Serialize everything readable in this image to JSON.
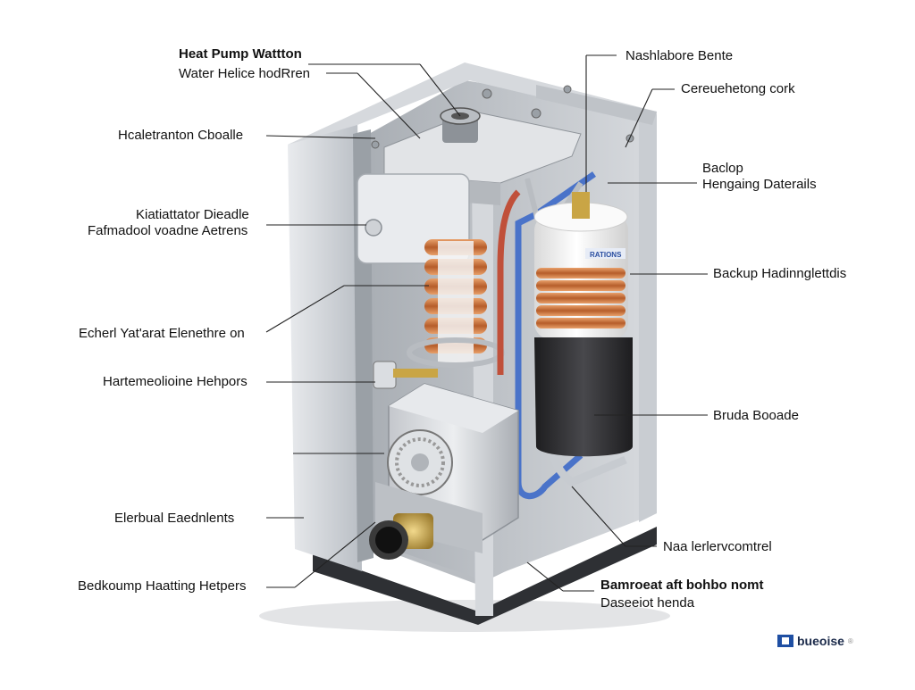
{
  "labels": {
    "title_line1": "Heat Pump Wattton",
    "title_line2": "Water Helice hodRren",
    "hedrator_coalle": "Hcaletranton Cboalle",
    "radiator_line1": "Kiatiattator Dieadle",
    "radiator_line2": "Fafmadool voadne Aetrens",
    "echerl_element": "Echerl Yat'arat Elenethre on",
    "hartmeolione": "Hartemeolioine Hehpors",
    "elerbual": "Elerbual Eaednlents",
    "bedkoump": "Bedkoump Haatting Hetpers",
    "nashabore": "Nashlabore Bente",
    "cereuhetong": "Cereuehetong cork",
    "backup_line1": "Baclop",
    "backup_line2": "Hengaing Daterails",
    "backup_heating": "Backup Hadinnglettdis",
    "bruda": "Bruda Booade",
    "naa": "Naa lerlervcomtrel",
    "bamroeat_line1": "Bamroeat aft bohbo nomt",
    "bamroeat_line2": "Daseeiot henda"
  },
  "tank_label": "RATIONS",
  "brand": "bueoise",
  "brand_reg": "®",
  "colors": {
    "frame": "#c9ccd0",
    "frame_dark": "#8c9197",
    "copper": "#c9743e",
    "blue_pipe": "#4a73c9",
    "red_pipe": "#c0503a",
    "tank_white": "#f4f4f4",
    "tank_dark": "#2b2b2d",
    "logo": "#1f4fa3"
  }
}
